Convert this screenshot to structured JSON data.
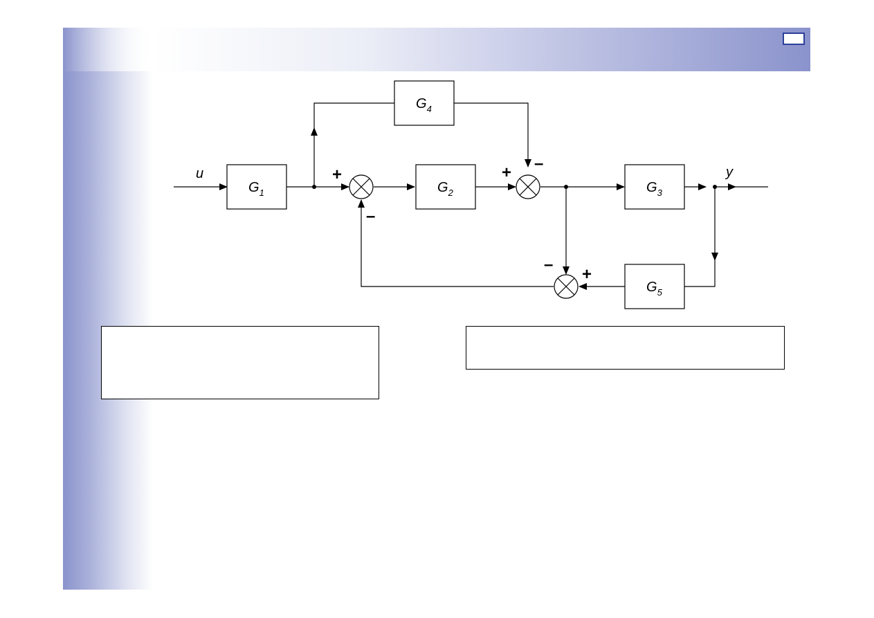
{
  "diagram": {
    "input_label": "u",
    "output_label": "y",
    "blocks": [
      {
        "id": "G1",
        "letter": "G",
        "sub": "1"
      },
      {
        "id": "G2",
        "letter": "G",
        "sub": "2"
      },
      {
        "id": "G3",
        "letter": "G",
        "sub": "3"
      },
      {
        "id": "G4",
        "letter": "G",
        "sub": "4"
      },
      {
        "id": "G5",
        "letter": "G",
        "sub": "5"
      }
    ],
    "signs": {
      "sum1_top": "+",
      "sum1_bottom": "–",
      "sum2_left": "+",
      "sum2_top": "–",
      "sum3_left": "–",
      "sum3_right": "+"
    }
  },
  "answer_boxes": [
    {
      "text": ""
    },
    {
      "text": ""
    }
  ]
}
